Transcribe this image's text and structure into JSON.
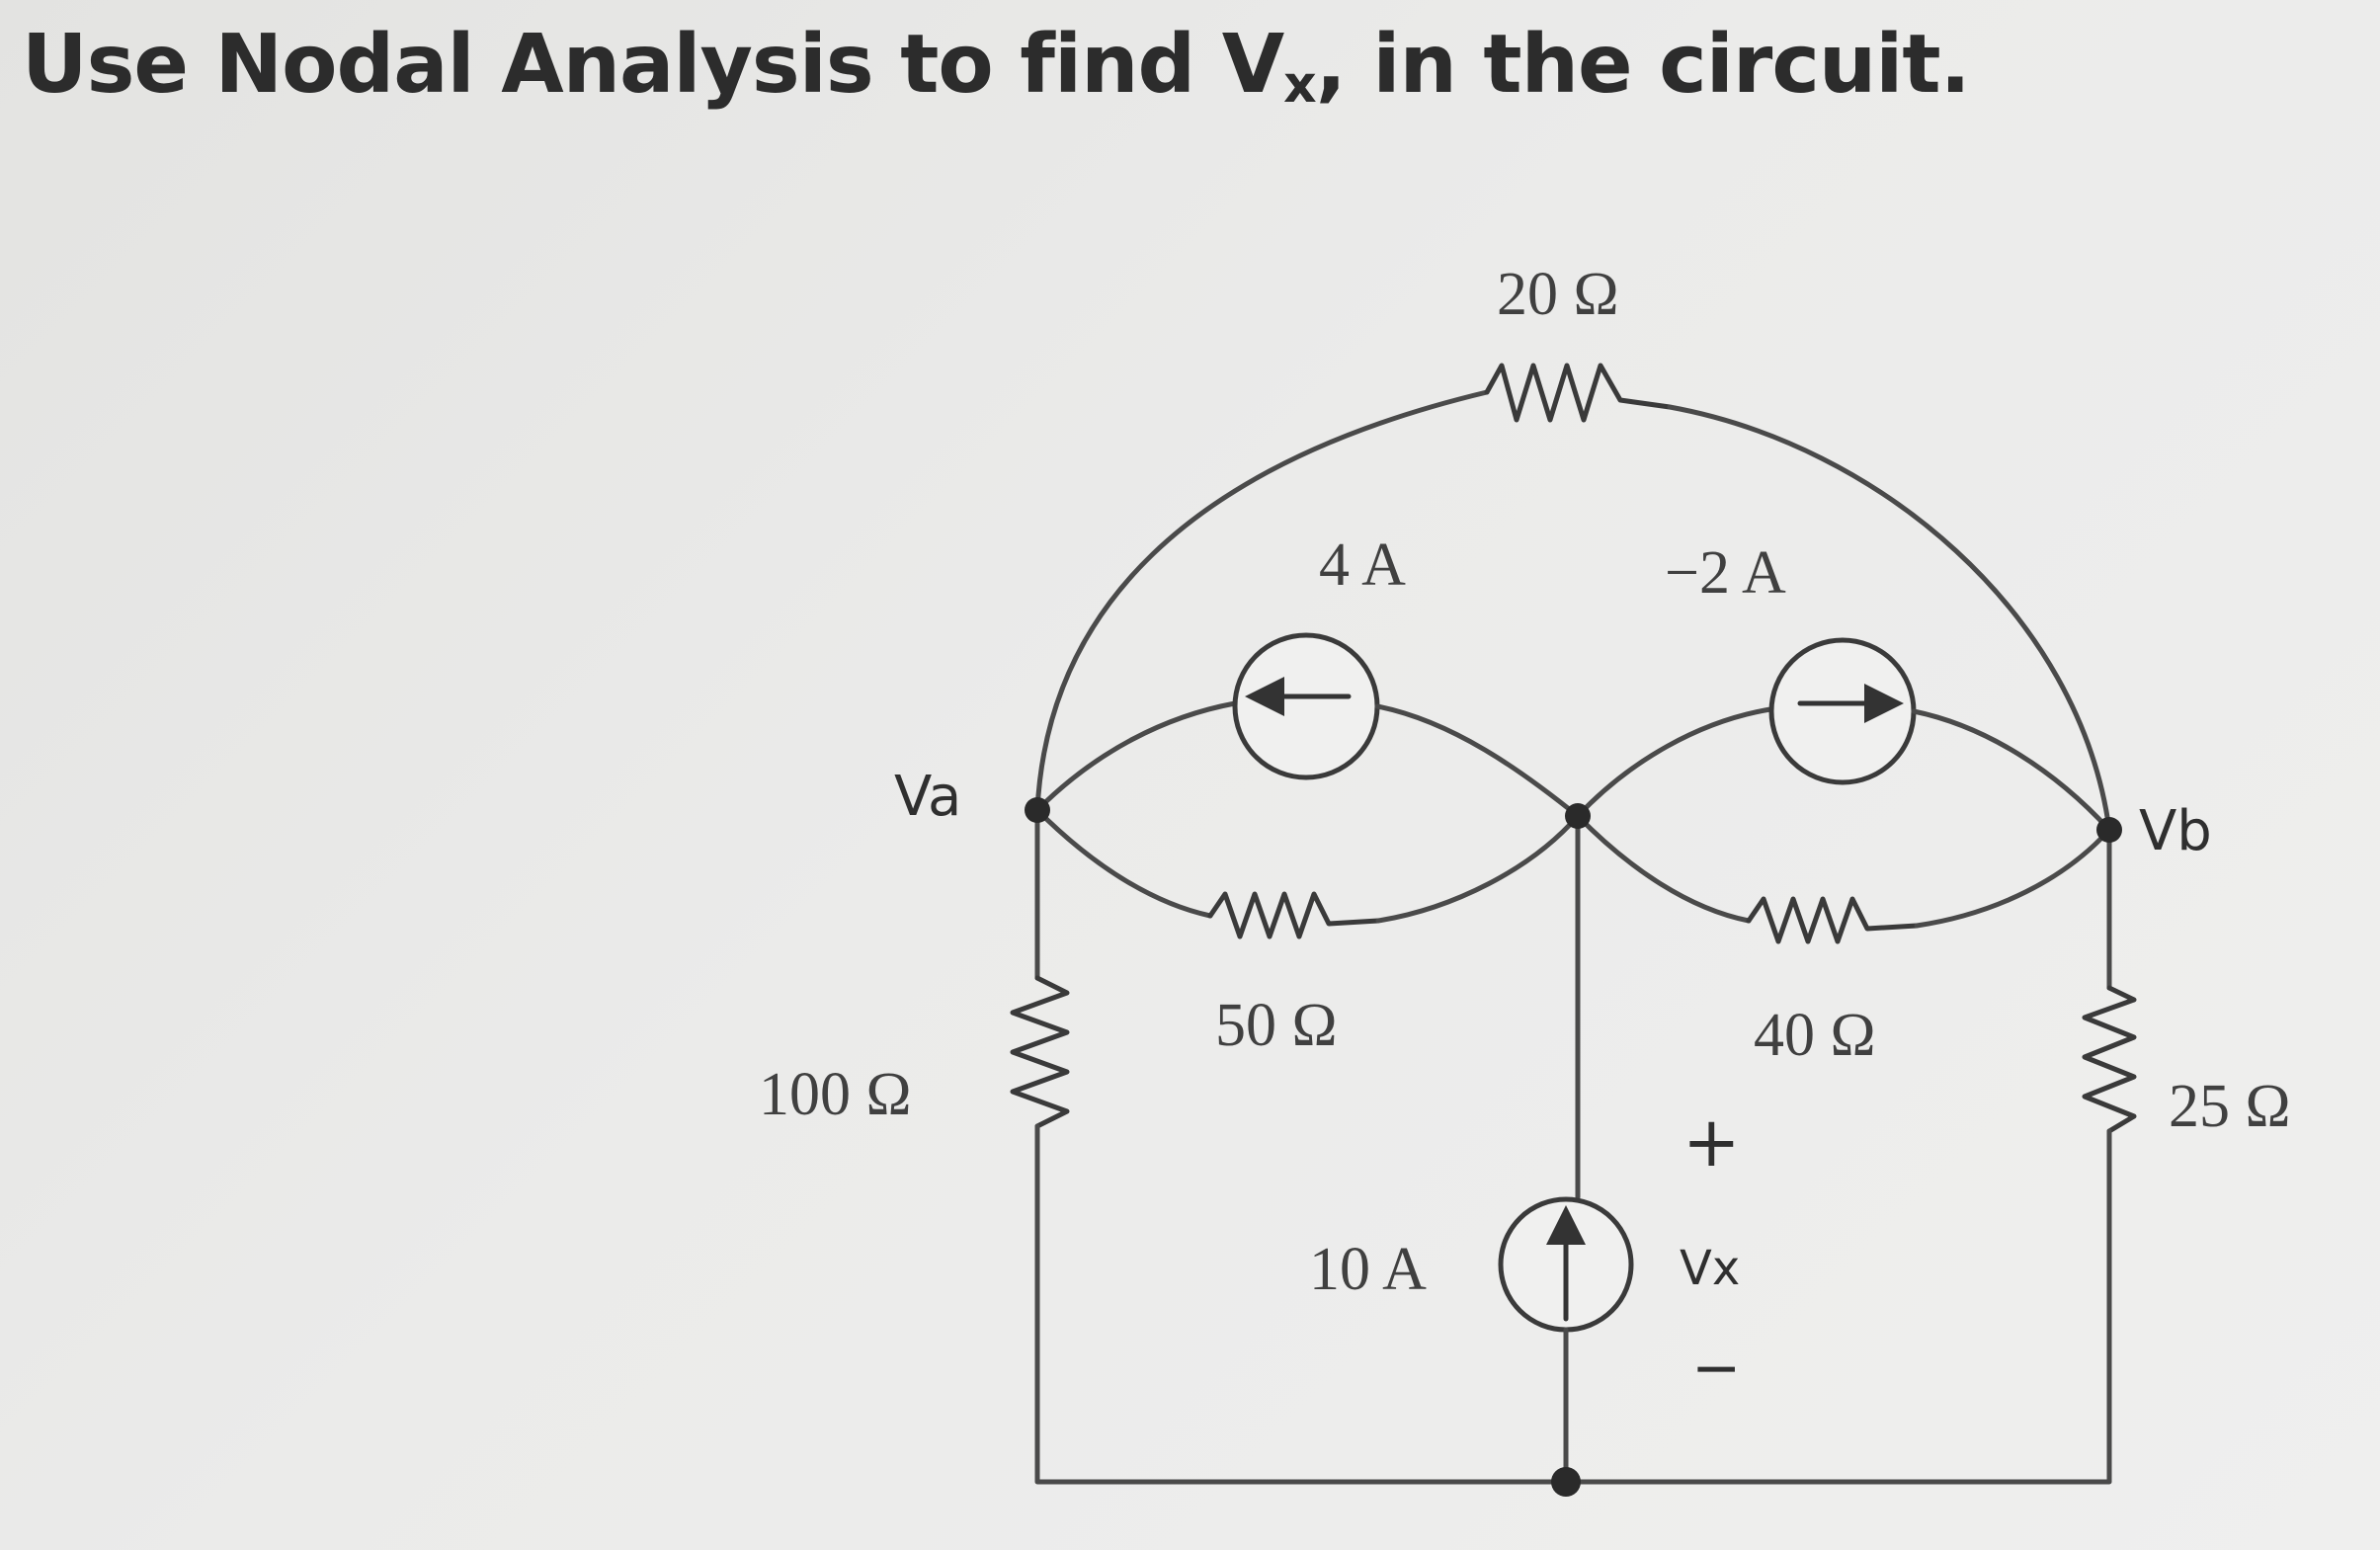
{
  "title": {
    "before": "Use Nodal Analysis to find V",
    "subscript": "x",
    "after": ", in the circuit."
  },
  "circuit": {
    "node_labels": {
      "left": "Va",
      "right": "Vb"
    },
    "resistors": {
      "top": "20 Ω",
      "middle_left": "50 Ω",
      "middle_right": "40 Ω",
      "left": "100 Ω",
      "right": "25 Ω"
    },
    "current_sources": {
      "upper_left": "4 A",
      "upper_right": "−2 A",
      "center": "10 A"
    },
    "vx": {
      "plus": "+",
      "label": "Vx",
      "minus": "−"
    }
  }
}
